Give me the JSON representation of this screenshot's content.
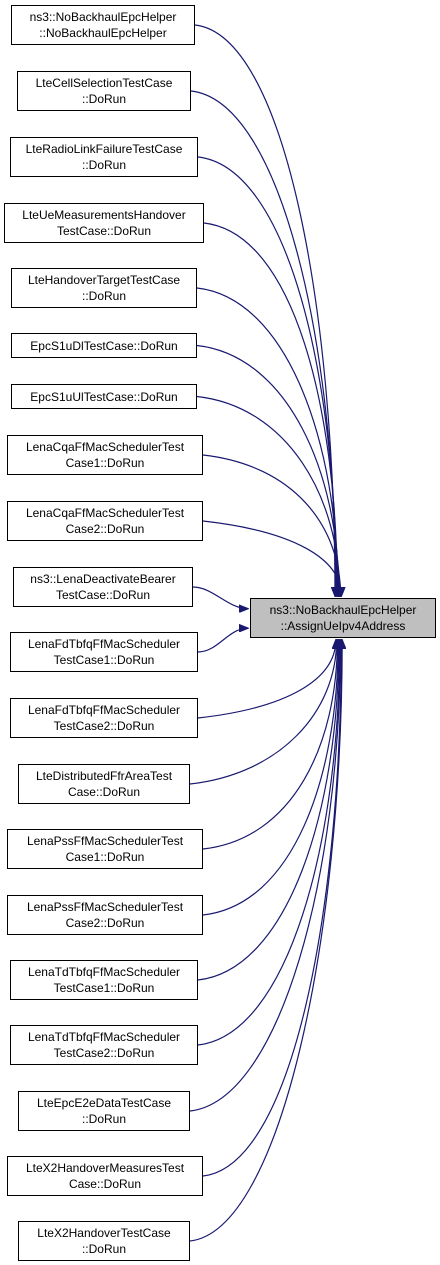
{
  "target": {
    "label": "ns3::NoBackhaulEpcHelper\n::AssignUeIpv4Address"
  },
  "callers": [
    "ns3::NoBackhaulEpcHelper\n::NoBackhaulEpcHelper",
    "LteCellSelectionTestCase\n::DoRun",
    "LteRadioLinkFailureTestCase\n::DoRun",
    "LteUeMeasurementsHandover\nTestCase::DoRun",
    "LteHandoverTargetTestCase\n::DoRun",
    "EpcS1uDlTestCase::DoRun",
    "EpcS1uUlTestCase::DoRun",
    "LenaCqaFfMacSchedulerTest\nCase1::DoRun",
    "LenaCqaFfMacSchedulerTest\nCase2::DoRun",
    "ns3::LenaDeactivateBearer\nTestCase::DoRun",
    "LenaFdTbfqFfMacScheduler\nTestCase1::DoRun",
    "LenaFdTbfqFfMacScheduler\nTestCase2::DoRun",
    "LteDistributedFfrAreaTest\nCase::DoRun",
    "LenaPssFfMacSchedulerTest\nCase1::DoRun",
    "LenaPssFfMacSchedulerTest\nCase2::DoRun",
    "LenaTdTbfqFfMacScheduler\nTestCase1::DoRun",
    "LenaTdTbfqFfMacScheduler\nTestCase2::DoRun",
    "LteEpcE2eDataTestCase\n::DoRun",
    "LteX2HandoverMeasuresTest\nCase::DoRun",
    "LteX2HandoverTestCase\n::DoRun"
  ],
  "colors": {
    "edge": "#191970",
    "node_border": "#000000",
    "target_fill": "#bfbfbf"
  }
}
